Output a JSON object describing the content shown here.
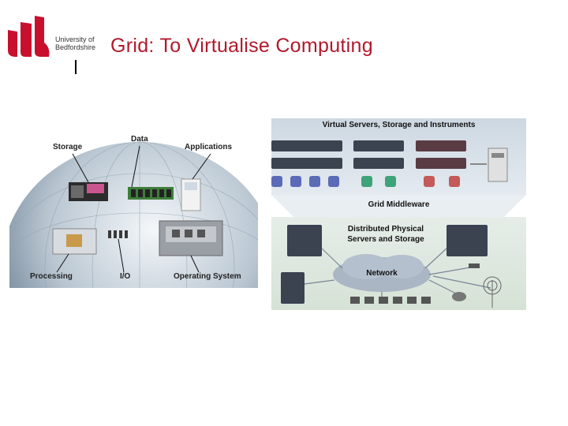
{
  "header": {
    "logo_line1": "University of",
    "logo_line2": "Bedfordshire",
    "title": "Grid:  To Virtualise Computing"
  },
  "left_figure": {
    "labels": {
      "storage": "Storage",
      "data": "Data",
      "applications": "Applications",
      "processing": "Processing",
      "io": "I/O",
      "operating_system": "Operating System"
    }
  },
  "right_figure": {
    "virtual_title": "Virtual Servers, Storage and Instruments",
    "middleware": "Grid Middleware",
    "physical_title_line1": "Distributed Physical",
    "physical_title_line2": "Servers and Storage",
    "network": "Network"
  },
  "colors": {
    "title": "#b2182b",
    "logo_red": "#c8102e",
    "panel_bg": "#d9e3ec",
    "middleware_bg": "#e9eef3"
  }
}
